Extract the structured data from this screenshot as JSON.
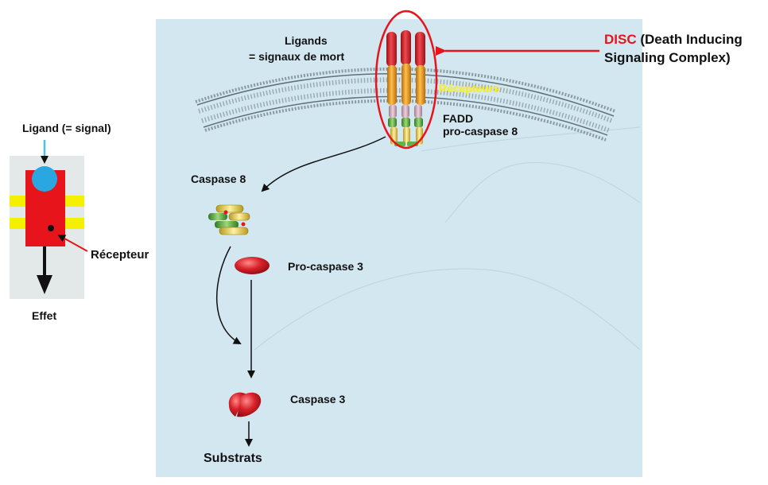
{
  "left_panel": {
    "ligand_label": "Ligand (= signal)",
    "receptor_label": "Récepteur",
    "effect_label": "Effet"
  },
  "main": {
    "ligands_line1": "Ligands",
    "ligands_line2": "= signaux de mort",
    "disc_acronym": "DISC",
    "disc_expansion_line1": " (Death Inducing",
    "disc_expansion_line2": "Signaling Complex)",
    "receptors_label": "Récepteurs",
    "fadd_label": "FADD",
    "pro_caspase8_label": "pro-caspase 8",
    "caspase8_label": "Caspase 8",
    "pro_caspase3_label": "Pro-caspase 3",
    "caspase3_label": "Caspase 3",
    "substrates_label": "Substrats"
  },
  "colors": {
    "cell_background": "#d3e7f1",
    "membrane": "#7f8f97",
    "receptor_red": "#e8141c",
    "receptor_orange": "#f0a024",
    "receptor_yellow_label": "#ffee00",
    "fadd_green": "#5fb34a",
    "caspase_red": "#d8222a",
    "ligand_blue": "#2aa7e0",
    "panel_yellow": "#f4f000"
  }
}
